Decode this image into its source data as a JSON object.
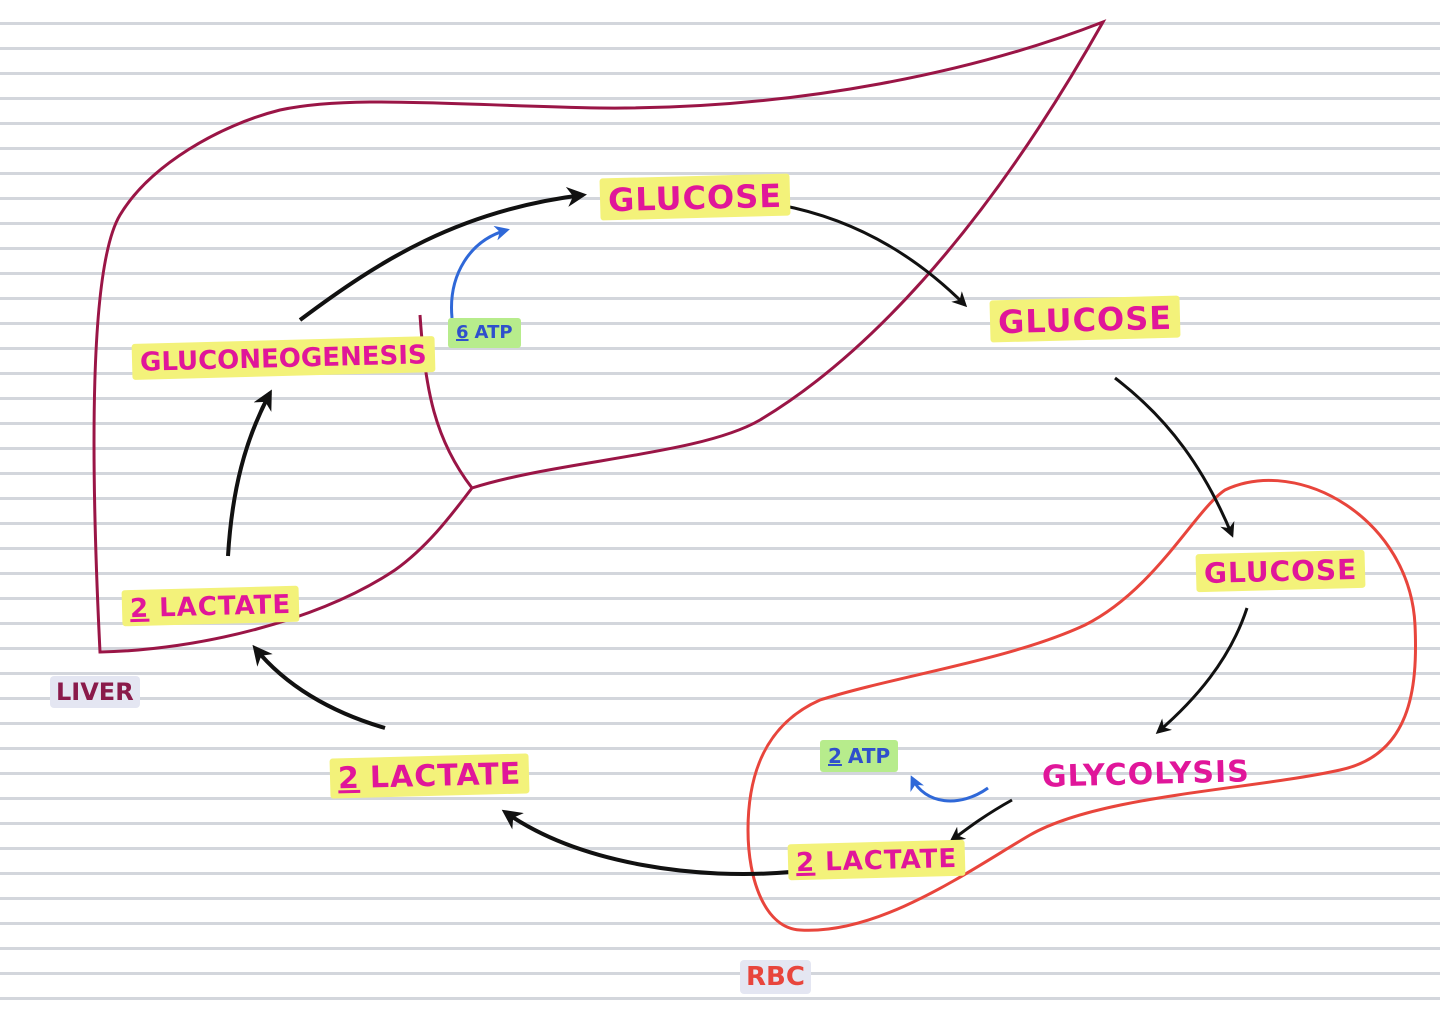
{
  "diagram": {
    "glucose_liver": "GLUCOSE",
    "glucose_blood": "GLUCOSE",
    "glucose_rbc": "GLUCOSE",
    "gluconeogenesis": "GLUCONEOGENESIS",
    "glycolysis": "GLYCOLYSIS",
    "lactate_liver": {
      "coef": "2",
      "text": "LACTATE"
    },
    "lactate_blood": {
      "coef": "2",
      "text": "LACTATE"
    },
    "lactate_rbc": {
      "coef": "2",
      "text": "LACTATE"
    },
    "atp_liver": {
      "num": "6",
      "text": "ATP"
    },
    "atp_rbc": {
      "num": "2",
      "text": "ATP"
    },
    "liver_label": "LIVER",
    "rbc_label": "RBC"
  },
  "colors": {
    "text": "#e0169a",
    "highlight": "#f3f27a",
    "atp_highlight": "#b7ec8c",
    "atp_text": "#2f4fcc",
    "liver_outline": "#9a1546",
    "rbc_outline": "#e8453c",
    "arrow": "#111111",
    "atp_arrow": "#2f68d8"
  }
}
